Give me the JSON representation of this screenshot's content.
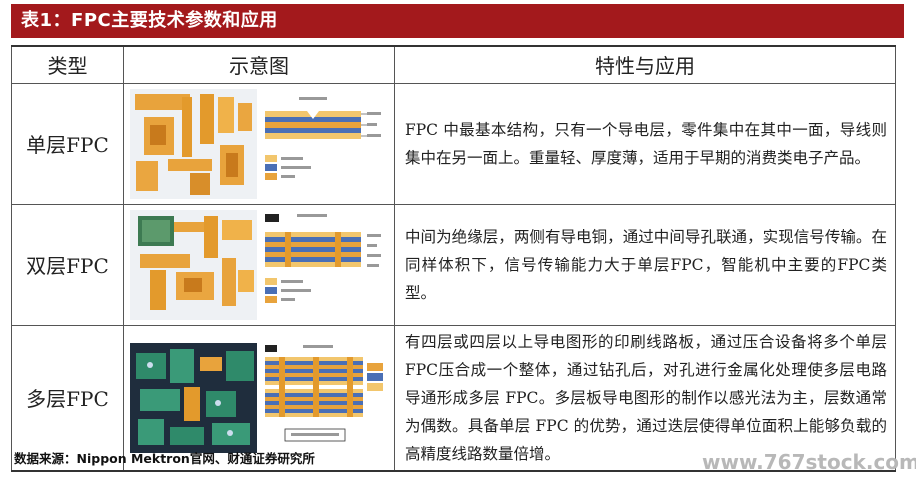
{
  "title": "表1：FPC主要技术参数和应用",
  "table": {
    "headers": [
      "类型",
      "示意图",
      "特性与应用"
    ],
    "rows": [
      {
        "type": "单层FPC",
        "desc": "FPC 中最基本结构，只有一个导电层，零件集中在其中一面，导线则集中在另一面上。重量轻、厚度薄，适用于早期的消费类电子产品。"
      },
      {
        "type": "双层FPC",
        "desc": "中间为绝缘层，两侧有导电铜，通过中间导孔联通，实现信号传输。在同样体积下，信号传输能力大于单层FPC，智能机中主要的FPC类型。"
      },
      {
        "type": "多层FPC",
        "desc": "有四层或四层以上导电图形的印刷线路板，通过压合设备将多个单层FPC压合成一个整体，通过钻孔后，对孔进行金属化处理使多层电路导通形成多层 FPC。多层板导电图形的制作以感光法为主，层数通常为偶数。具备单层 FPC 的优势，通过迭层使得单位面积上能够负载的高精度线路数量倍增。"
      }
    ]
  },
  "source": "数据来源：Nippon Mektron官网、财通证券研究所",
  "watermark": "www.767stock.com",
  "colors": {
    "title_bg": "#a3191c",
    "copper": "#e8a33c",
    "polyimide": "#f2c66d",
    "blue_layer": "#4a6fb5"
  }
}
